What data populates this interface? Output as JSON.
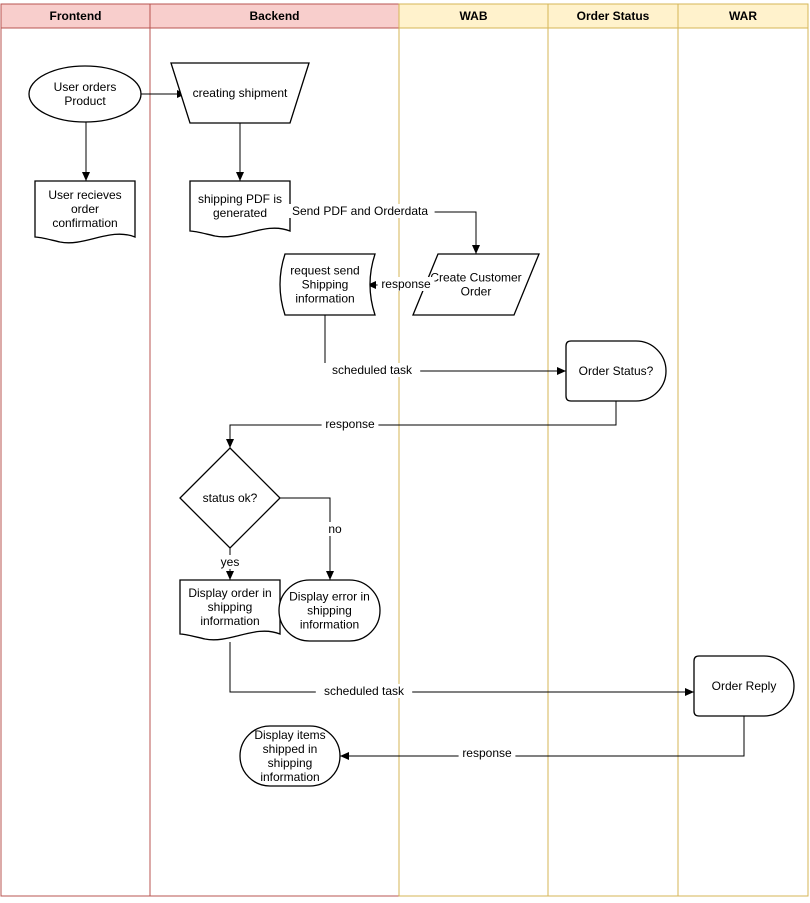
{
  "lanes": [
    {
      "id": "frontend",
      "title": "Frontend",
      "header_fill": "#f8cecc",
      "stroke": "#b85450"
    },
    {
      "id": "backend",
      "title": "Backend",
      "header_fill": "#f8cecc",
      "stroke": "#b85450"
    },
    {
      "id": "wab",
      "title": "WAB",
      "header_fill": "#fff2cc",
      "stroke": "#d6b656"
    },
    {
      "id": "order_status",
      "title": "Order Status",
      "header_fill": "#fff2cc",
      "stroke": "#d6b656"
    },
    {
      "id": "war",
      "title": "WAR",
      "header_fill": "#fff2cc",
      "stroke": "#d6b656"
    }
  ],
  "nodes": {
    "user_orders": {
      "shape": "ellipse",
      "lines": [
        "User orders",
        "Product"
      ]
    },
    "creating_shipment": {
      "shape": "trapezoid",
      "lines": [
        "creating shipment"
      ]
    },
    "user_receives": {
      "shape": "document",
      "lines": [
        "User recieves",
        "order",
        "confirmation"
      ]
    },
    "shipping_pdf": {
      "shape": "document",
      "lines": [
        "shipping PDF is",
        "generated"
      ]
    },
    "request_send": {
      "shape": "stored-data",
      "lines": [
        "request send",
        "Shipping",
        "information"
      ]
    },
    "create_customer_order": {
      "shape": "parallelogram",
      "lines": [
        "Create Customer",
        "Order"
      ]
    },
    "order_status_q": {
      "shape": "delay",
      "lines": [
        "Order Status?"
      ]
    },
    "status_ok": {
      "shape": "diamond",
      "lines": [
        "status ok?"
      ]
    },
    "display_order": {
      "shape": "document",
      "lines": [
        "Display order in",
        "shipping",
        "information"
      ]
    },
    "display_error": {
      "shape": "terminator",
      "lines": [
        "Display error in",
        "shipping",
        "information"
      ]
    },
    "order_reply": {
      "shape": "delay",
      "lines": [
        "Order Reply"
      ]
    },
    "display_items": {
      "shape": "terminator",
      "lines": [
        "Display items",
        "shipped in",
        "shipping",
        "information"
      ]
    }
  },
  "edges": [
    {
      "from": "user_orders",
      "to": "creating_shipment",
      "label": ""
    },
    {
      "from": "user_orders",
      "to": "user_receives",
      "label": ""
    },
    {
      "from": "creating_shipment",
      "to": "shipping_pdf",
      "label": ""
    },
    {
      "from": "shipping_pdf",
      "to": "create_customer_order",
      "label": "Send PDF and Orderdata"
    },
    {
      "from": "create_customer_order",
      "to": "request_send",
      "label": "response"
    },
    {
      "from": "request_send",
      "to": "order_status_q",
      "label": "scheduled task"
    },
    {
      "from": "order_status_q",
      "to": "status_ok",
      "label": "response"
    },
    {
      "from": "status_ok",
      "to": "display_order",
      "label": "yes"
    },
    {
      "from": "status_ok",
      "to": "display_error",
      "label": "no"
    },
    {
      "from": "display_order",
      "to": "order_reply",
      "label": "scheduled task"
    },
    {
      "from": "order_reply",
      "to": "display_items",
      "label": "response"
    }
  ]
}
